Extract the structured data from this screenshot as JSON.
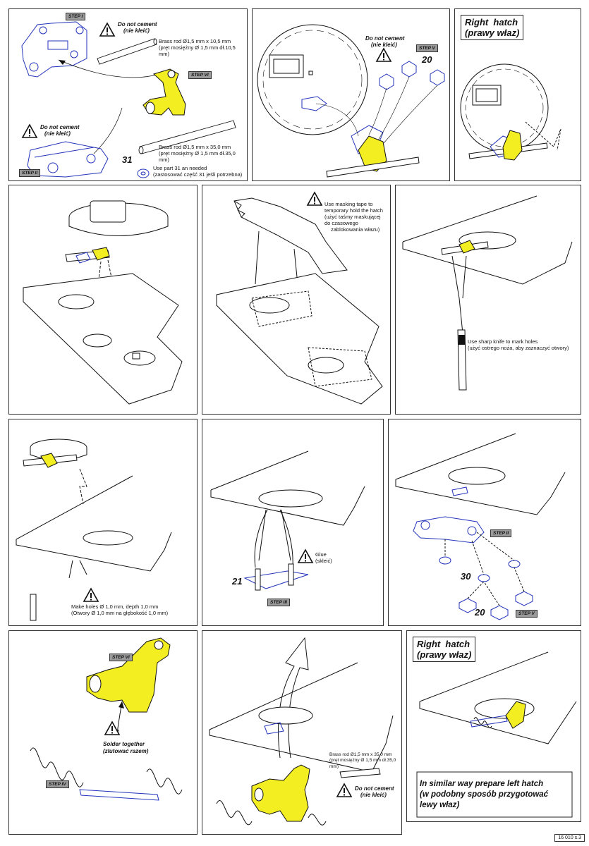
{
  "colors": {
    "highlight": "#f2ee22",
    "part_outline": "#2233bb",
    "ink": "#111111",
    "step_badge": "#9a9a9a"
  },
  "icons": [
    "warning-triangle-icon"
  ],
  "panel1": {
    "step1": "STEP I",
    "step2": "STEP II",
    "step6": "STEP VI",
    "do_not_cement_1": "Do not cement",
    "do_not_cement_1_pl": "(nie kleić)",
    "do_not_cement_2": "Do not cement",
    "do_not_cement_2_pl": "(nie kleić)",
    "rod1": "Brass rod Ø1,5 mm x 10,5 mm",
    "rod1_pl": "(pręt mosiężny Ø 1,5 mm dł.10,5 mm)",
    "rod2": "Brass rod Ø1,5 mm x 35,0 mm",
    "rod2_pl": "(pręt mosiężny Ø 1,5 mm dł.35,0 mm)",
    "part_num": "31",
    "use_part": "Use part 31 an needed",
    "use_part_pl": "(zastosować część 31 jeśli potrzebna)"
  },
  "panel2": {
    "do_not_cement": "Do not cement",
    "do_not_cement_pl": "(nie kleić)",
    "step5": "STEP V",
    "part_num": "20"
  },
  "panel3": {
    "title_en": "Right  hatch",
    "title_pl": "(prawy właz)"
  },
  "panel5": {
    "note1": "Use masking tape to",
    "note2": "temporary hold the hatch",
    "note3": "(użyć taśmy maskującej",
    "note4": "do czasowego",
    "note5": "zablokowania włazu)"
  },
  "panel6": {
    "note1": "Use sharp knife to mark holes",
    "note2": "(użyć ostrego noża, aby zaznaczyć otwory)"
  },
  "panel7": {
    "note1": "Make holes Ø 1,0 mm, depth 1,0 mm",
    "note2": "(Otwory Ø 1,0 mm na głębokość 1,0 mm)"
  },
  "panel8": {
    "glue": "Glue",
    "glue_pl": "(skleić)",
    "part_num": "21",
    "step3": "STEP III"
  },
  "panel9": {
    "step2": "STEP II",
    "part_30": "30",
    "part_20": "20",
    "step5": "STEP V"
  },
  "panel10": {
    "step6": "STEP VI",
    "step4": "STEP IV",
    "solder": "Solder together",
    "solder_pl": "(zlutować razem)"
  },
  "panel11": {
    "rod": "Brass rod Ø1,5 mm x 35,0 mm",
    "rod_pl": "(pręt mosiężny Ø 1,5 mm dł.35,0 mm)",
    "do_not_cement": "Do not cement",
    "do_not_cement_pl": "(nie kleić)"
  },
  "panel12": {
    "title_en": "Right  hatch",
    "title_pl": "(prawy właz)",
    "similar1": "In similar way prepare left hatch",
    "similar2": "(w podobny sposób przygotować",
    "similar3": "lewy właz)"
  },
  "footer": "16 010 s.3"
}
